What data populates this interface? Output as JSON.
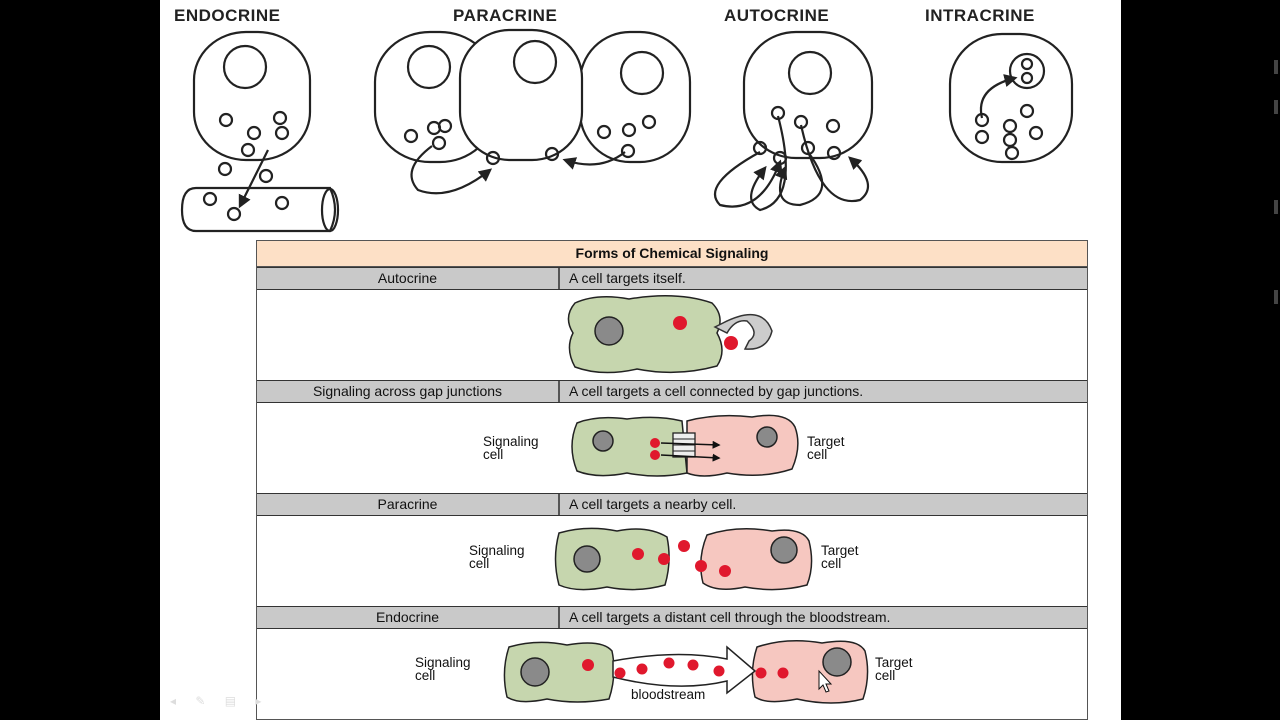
{
  "top_labels": {
    "endocrine": "ENDOCRINE",
    "paracrine": "PARACRINE",
    "autocrine": "AUTOCRINE",
    "intracrine": "INTRACRINE"
  },
  "table": {
    "title": "Forms of Chemical Signaling",
    "rows": [
      {
        "name": "Autocrine",
        "description": "A cell targets itself."
      },
      {
        "name": "Signaling across gap junctions",
        "description": "A cell targets a cell connected by gap junctions."
      },
      {
        "name": "Paracrine",
        "description": "A cell targets a nearby cell."
      },
      {
        "name": "Endocrine",
        "description": "A cell targets a distant cell through the bloodstream."
      }
    ],
    "labels": {
      "signaling_line1": "Signaling",
      "signaling_line2": "cell",
      "target_line1": "Target",
      "target_line2": "cell",
      "bloodstream": "bloodstream"
    }
  },
  "colors": {
    "signaling_cell": "#c6d6ae",
    "target_cell": "#f6c7c0",
    "molecule": "#e0182d",
    "nucleus": "#8a8a8a",
    "title_bg": "#fde0c6",
    "header_bg": "#c9c9c9"
  }
}
